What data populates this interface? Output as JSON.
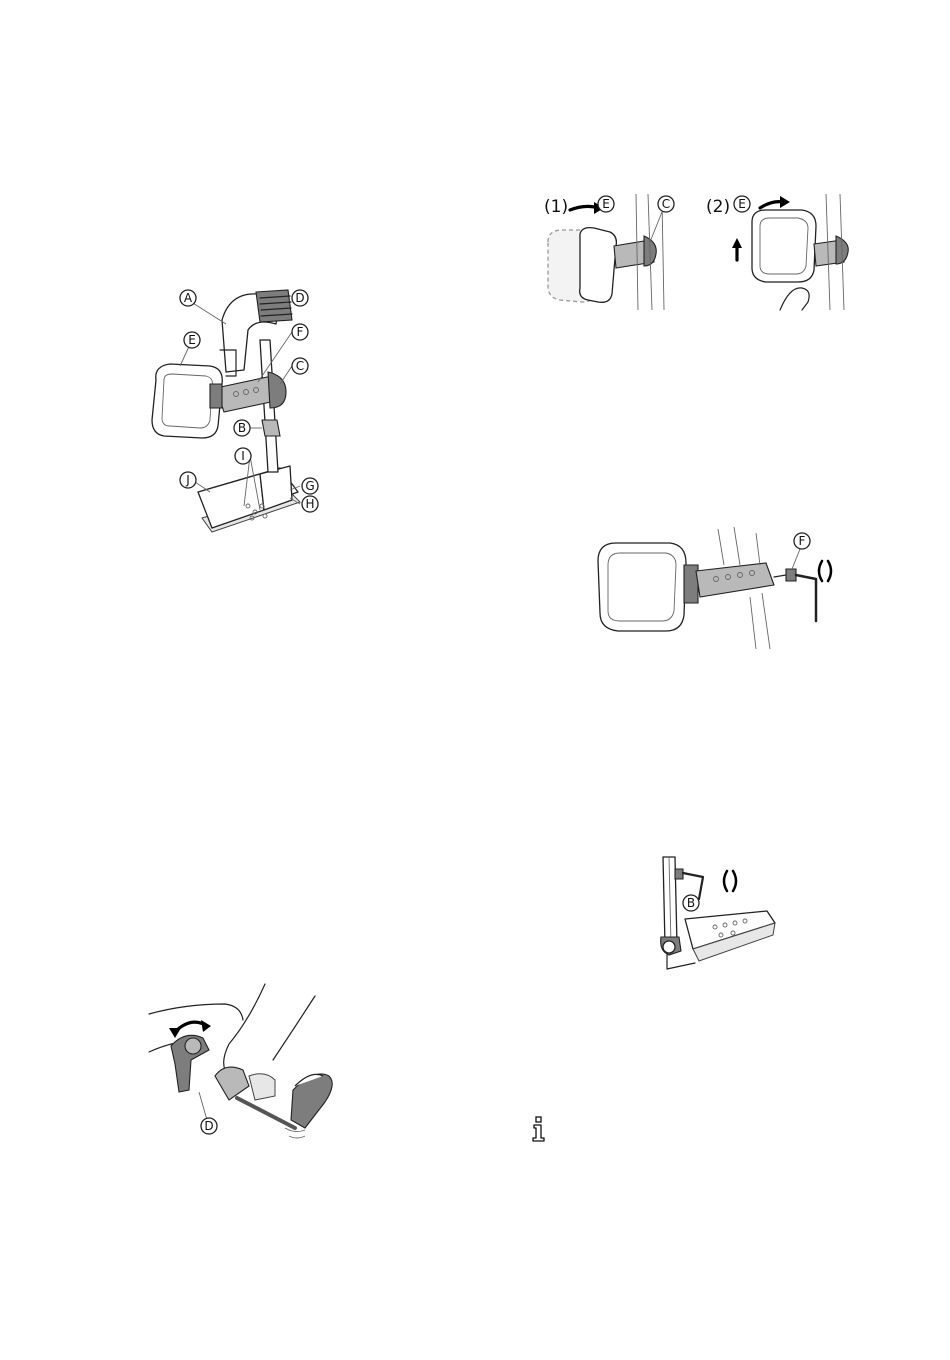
{
  "figure_overview": {
    "callouts": {
      "a": "A",
      "b": "B",
      "c": "C",
      "d": "D",
      "e": "E",
      "f": "F",
      "g": "G",
      "h": "H",
      "i": "I",
      "j": "J"
    }
  },
  "figure_steps": {
    "step1": "(1)",
    "step2": "(2)",
    "callout_e": "E",
    "callout_c": "C",
    "callout_e2": "E"
  },
  "figure_hex_f": {
    "callout_f": "F"
  },
  "figure_hex_b": {
    "callout_b": "B"
  },
  "figure_release_d": {
    "callout_d": "D"
  },
  "icons": {
    "info": "info-icon"
  }
}
